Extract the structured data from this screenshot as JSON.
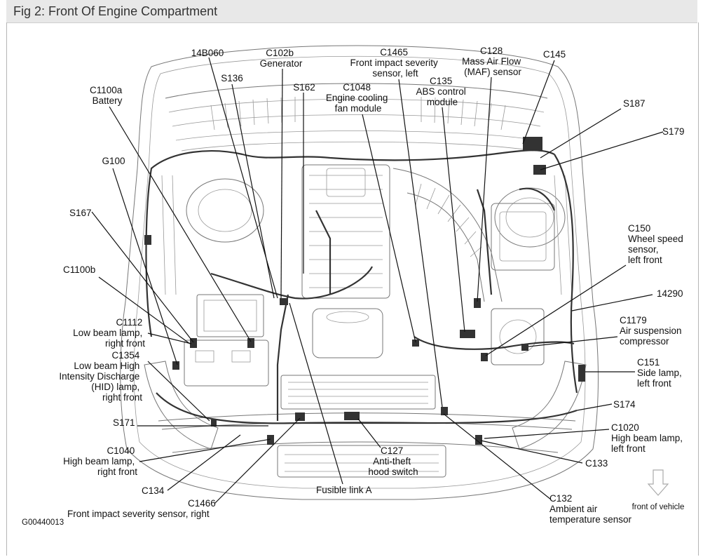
{
  "window": {
    "title": "Fig 2: Front Of Engine Compartment"
  },
  "labels": {
    "l14b060": [
      "14B060"
    ],
    "c102b": [
      "C102b",
      "Generator"
    ],
    "s136": [
      "S136"
    ],
    "s162": [
      "S162"
    ],
    "c1465": [
      "C1465",
      "Front impact severity",
      "sensor, left"
    ],
    "c1048": [
      "C1048",
      "Engine cooling",
      "fan module"
    ],
    "c135": [
      "C135",
      "ABS control",
      "module"
    ],
    "c128": [
      "C128",
      "Mass Air Flow",
      "(MAF) sensor"
    ],
    "c145": [
      "C145"
    ],
    "s187": [
      "S187"
    ],
    "s179": [
      "S179"
    ],
    "c1100a": [
      "C1100a",
      "Battery"
    ],
    "g100": [
      "G100"
    ],
    "s167": [
      "S167"
    ],
    "c1100b": [
      "C1100b"
    ],
    "c150": [
      "C150",
      "Wheel speed",
      "sensor,",
      "left front"
    ],
    "l14290": [
      "14290"
    ],
    "c1179": [
      "C1179",
      "Air suspension",
      "compressor"
    ],
    "c1112": [
      "C1112",
      "Low beam lamp,",
      "right front"
    ],
    "c1354": [
      "C1354",
      "Low beam High",
      "Intensity Discharge",
      "(HID) lamp,",
      "right front"
    ],
    "c151": [
      "C151",
      "Side lamp,",
      "left front"
    ],
    "s174": [
      "S174"
    ],
    "s171": [
      "S171"
    ],
    "c1020": [
      "C1020",
      "High beam lamp,",
      "left front"
    ],
    "c1040": [
      "C1040",
      "High beam lamp,",
      "right front"
    ],
    "c127": [
      "C127",
      "Anti-theft",
      "hood switch"
    ],
    "c133": [
      "C133"
    ],
    "c134": [
      "C134"
    ],
    "fusible": [
      "Fusible link A"
    ],
    "c1466": [
      "C1466",
      "Front impact severity sensor, right"
    ],
    "c132": [
      "C132",
      "Ambient air",
      "temperature sensor"
    ],
    "g00440013": [
      "G00440013"
    ]
  },
  "orientation": {
    "text": "front of vehicle",
    "icon": "down-arrow-icon"
  }
}
